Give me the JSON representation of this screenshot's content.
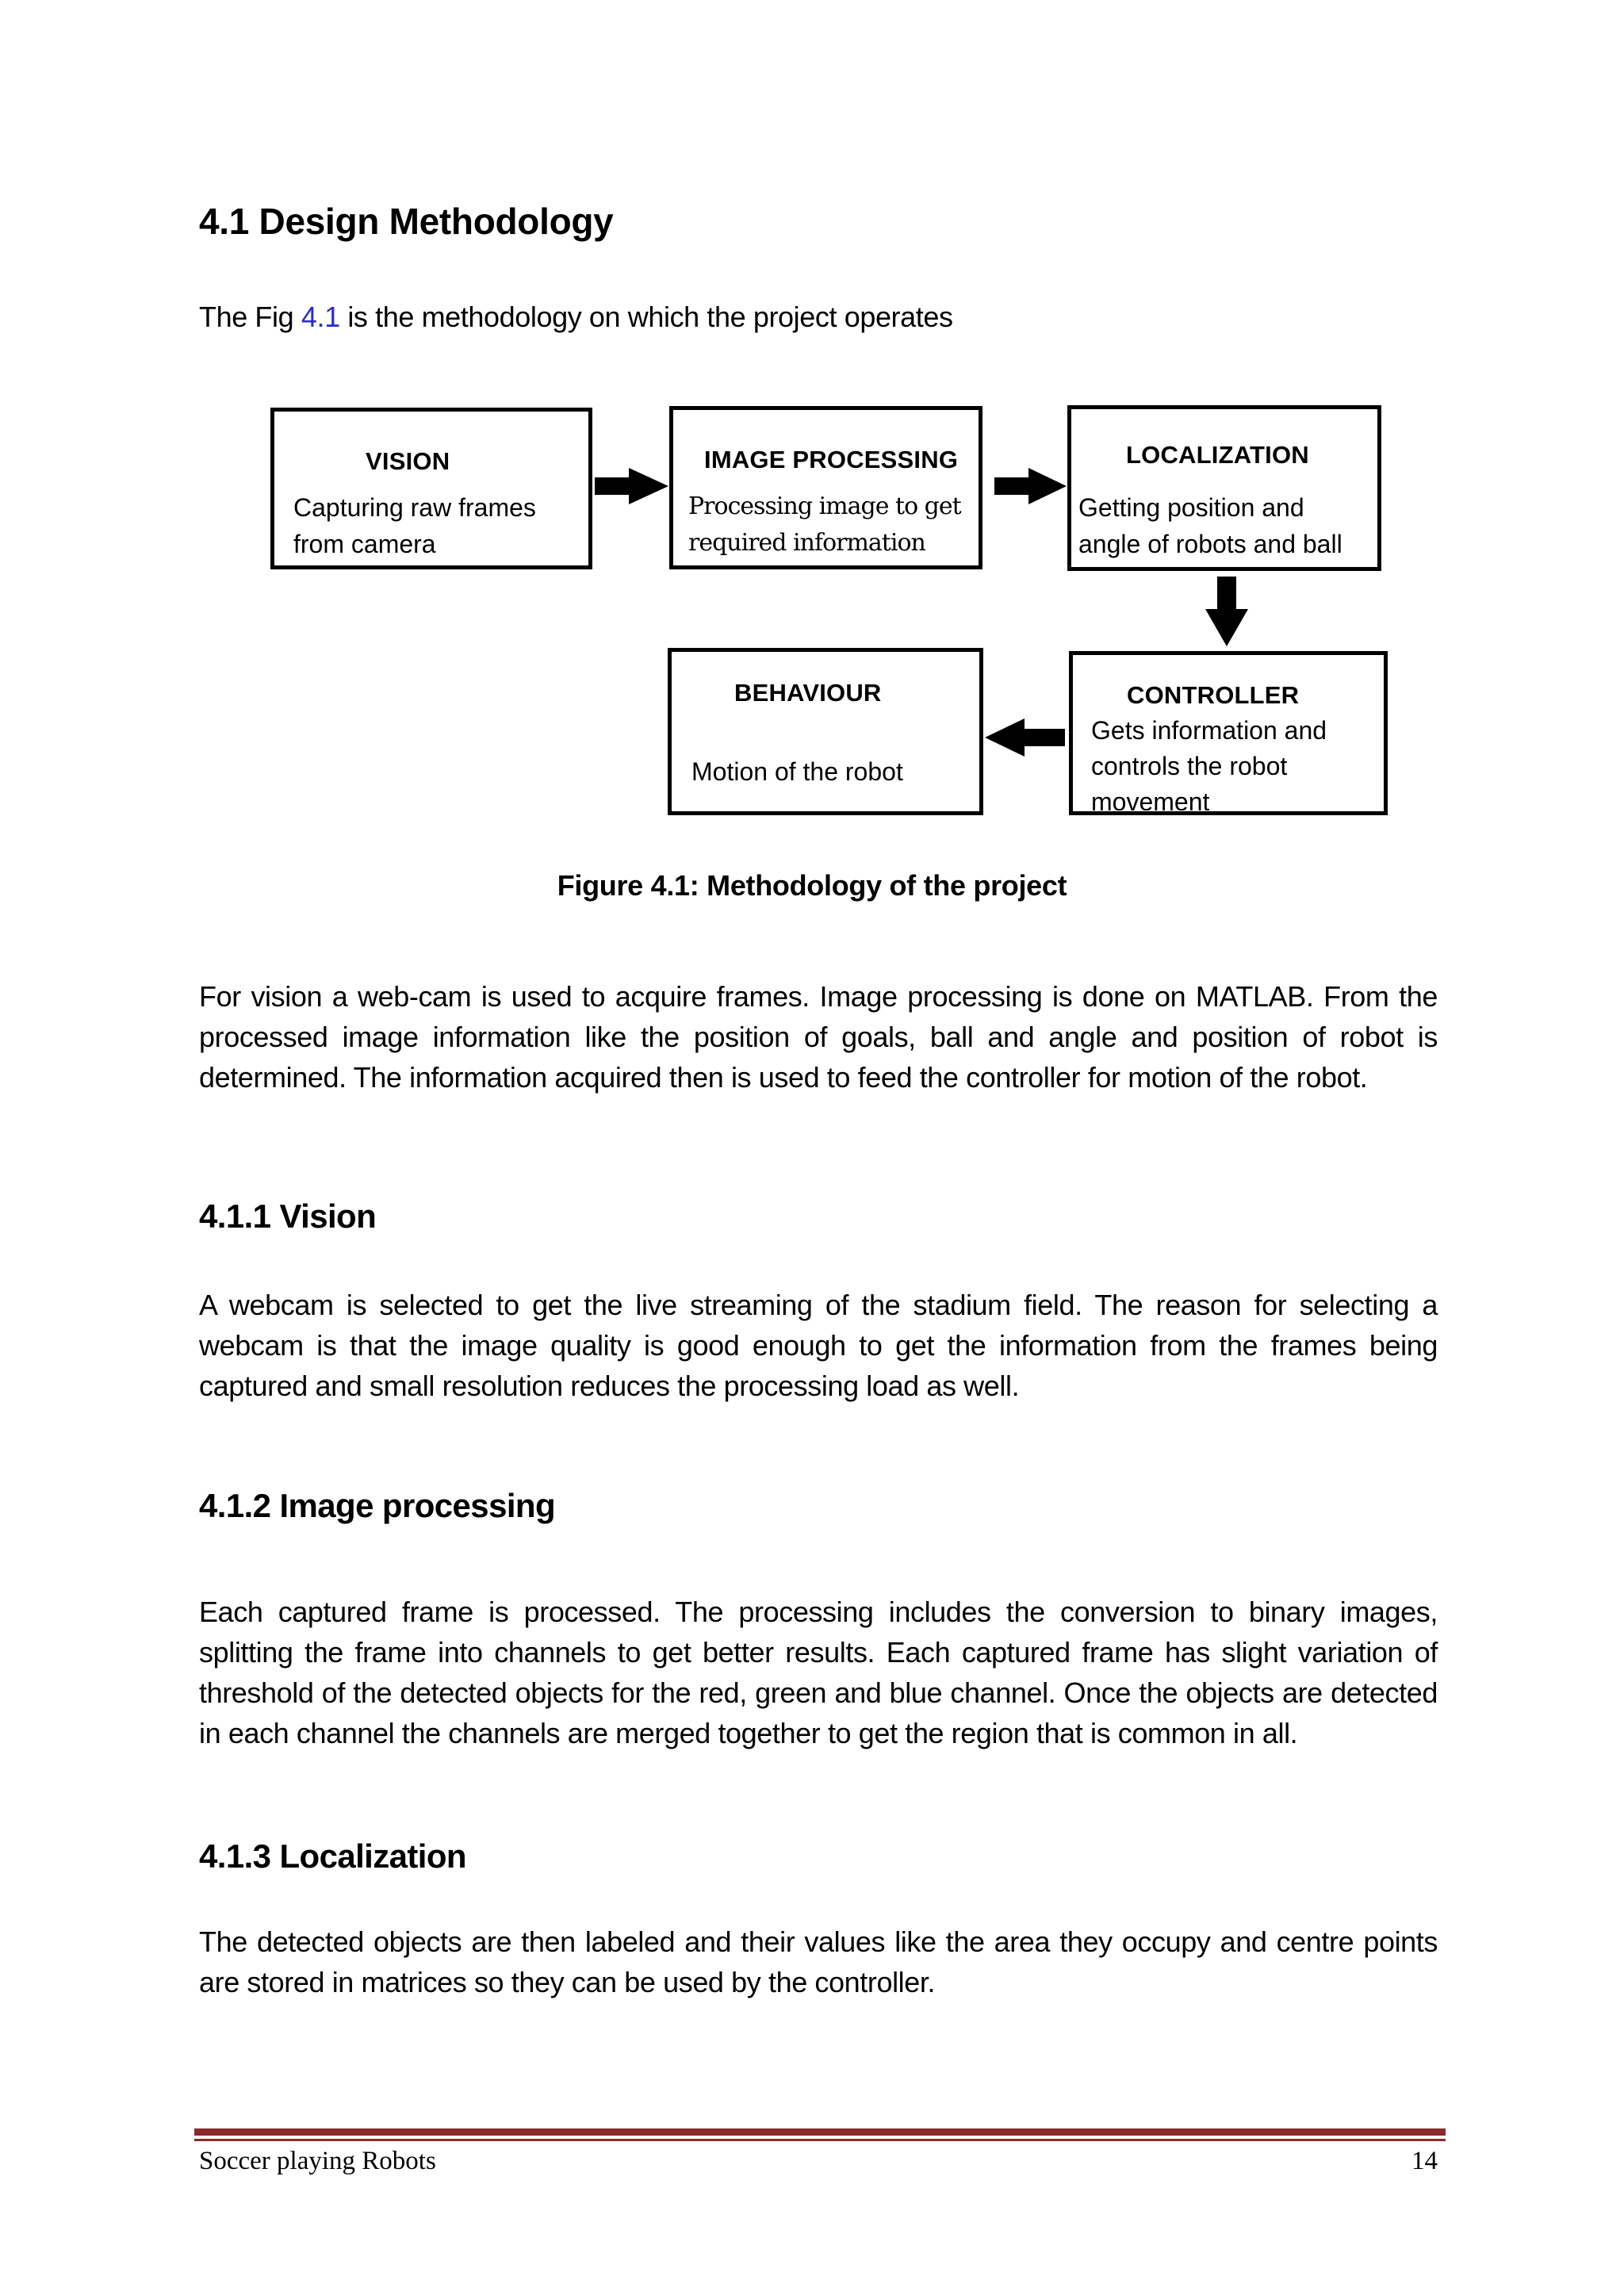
{
  "heading": "4.1 Design Methodology",
  "intro": {
    "before": "The Fig ",
    "link": "4.1",
    "after": " is the methodology on which the project operates"
  },
  "diagram": {
    "vision": {
      "title": "VISION",
      "line1": "Capturing raw frames",
      "line2": "from camera"
    },
    "image_processing": {
      "title": "IMAGE PROCESSING",
      "line1": "Processing image  to get",
      "line2": "required information"
    },
    "localization": {
      "title": "LOCALIZATION",
      "line1": "Getting position and",
      "line2": "angle of robots and ball"
    },
    "behaviour": {
      "title": "BEHAVIOUR",
      "line1": "Motion of the robot"
    },
    "controller": {
      "title": "CONTROLLER",
      "line1": "Gets information and",
      "line2": "controls the robot",
      "line3": "movement"
    }
  },
  "caption": "Figure 4.1: Methodology of the project",
  "paragraph1": "For vision a web-cam is used to acquire frames. Image processing is done on MATLAB. From the processed image information like the position of goals, ball and angle and position of robot is determined. The information acquired then is used to feed the controller for motion of the robot.",
  "section_vision": {
    "heading": "4.1.1 Vision",
    "text": "A webcam is selected to get the live streaming of the stadium field. The reason for selecting a webcam is that the image quality is good enough to get the information from the frames being captured and small resolution reduces the processing load as well."
  },
  "section_image_processing": {
    "heading": "4.1.2 Image processing",
    "text": "Each captured frame is processed. The processing includes the conversion to binary images, splitting the frame into channels to get better results. Each captured frame has slight variation of threshold of the detected objects for the red, green and blue channel. Once the objects are detected in each channel the channels are merged together to get the region that is common in all."
  },
  "section_localization": {
    "heading": "4.1.3 Localization",
    "text": "The detected objects are then labeled and their values like the area they occupy and centre points are stored in matrices so they can be used by the controller."
  },
  "footer": {
    "title": "Soccer playing Robots",
    "page": "14",
    "rule_color": "#8b2a2a"
  },
  "colors": {
    "link": "#2a2ad6"
  }
}
